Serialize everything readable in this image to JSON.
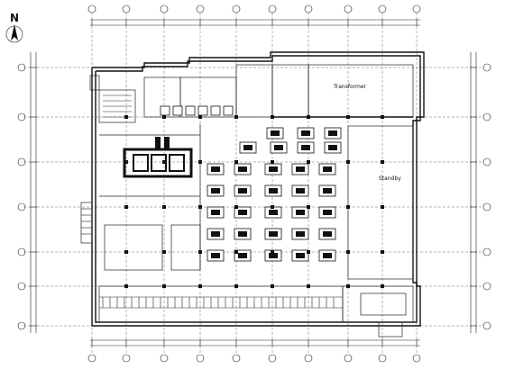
{
  "compass": {
    "label": "N"
  },
  "rooms": {
    "transformer": "Transformer",
    "standby": "Standby"
  }
}
